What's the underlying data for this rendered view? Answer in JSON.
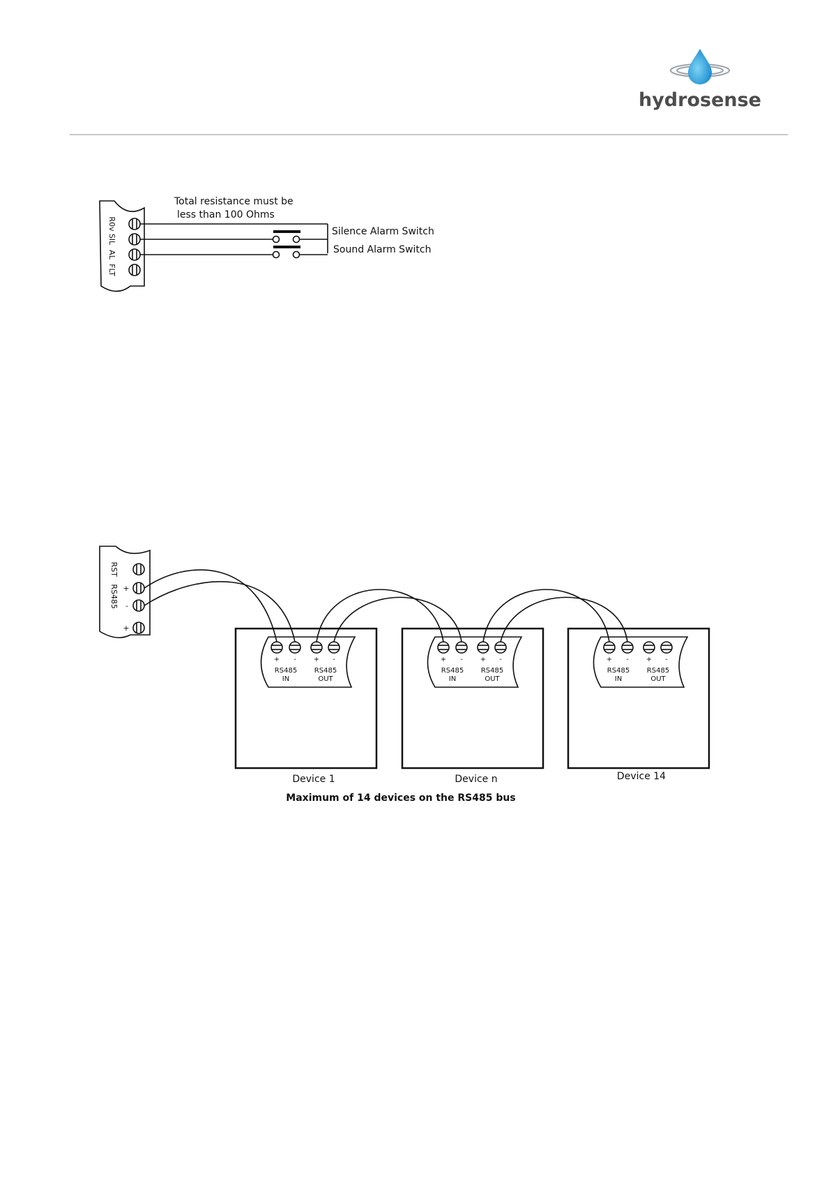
{
  "header": {
    "brand_name": "hydrosense"
  },
  "alarm_diagram": {
    "terminals": [
      "R0v",
      "SIL",
      "AL",
      "FLT"
    ],
    "resistance_note_line1": "Total resistance must be",
    "resistance_note_line2": "less than 100 Ohms",
    "switch_silence_label": "Silence Alarm Switch",
    "switch_sound_label": "Sound Alarm Switch"
  },
  "rs485_diagram": {
    "panel_terminals": [
      "RST",
      "RS485",
      "+",
      "-",
      "+"
    ],
    "devices": [
      {
        "name": "Device 1"
      },
      {
        "name": "Device n"
      },
      {
        "name": "Device 14"
      }
    ],
    "port_in_label": "RS485",
    "port_in_sub": "IN",
    "port_out_label": "RS485",
    "port_out_sub": "OUT",
    "plus": "+",
    "minus": "-",
    "caption": "Maximum of 14 devices on the RS485 bus"
  },
  "colors": {
    "brand_blue": "#29a9e1",
    "rule_gray": "#c8c8c8"
  }
}
